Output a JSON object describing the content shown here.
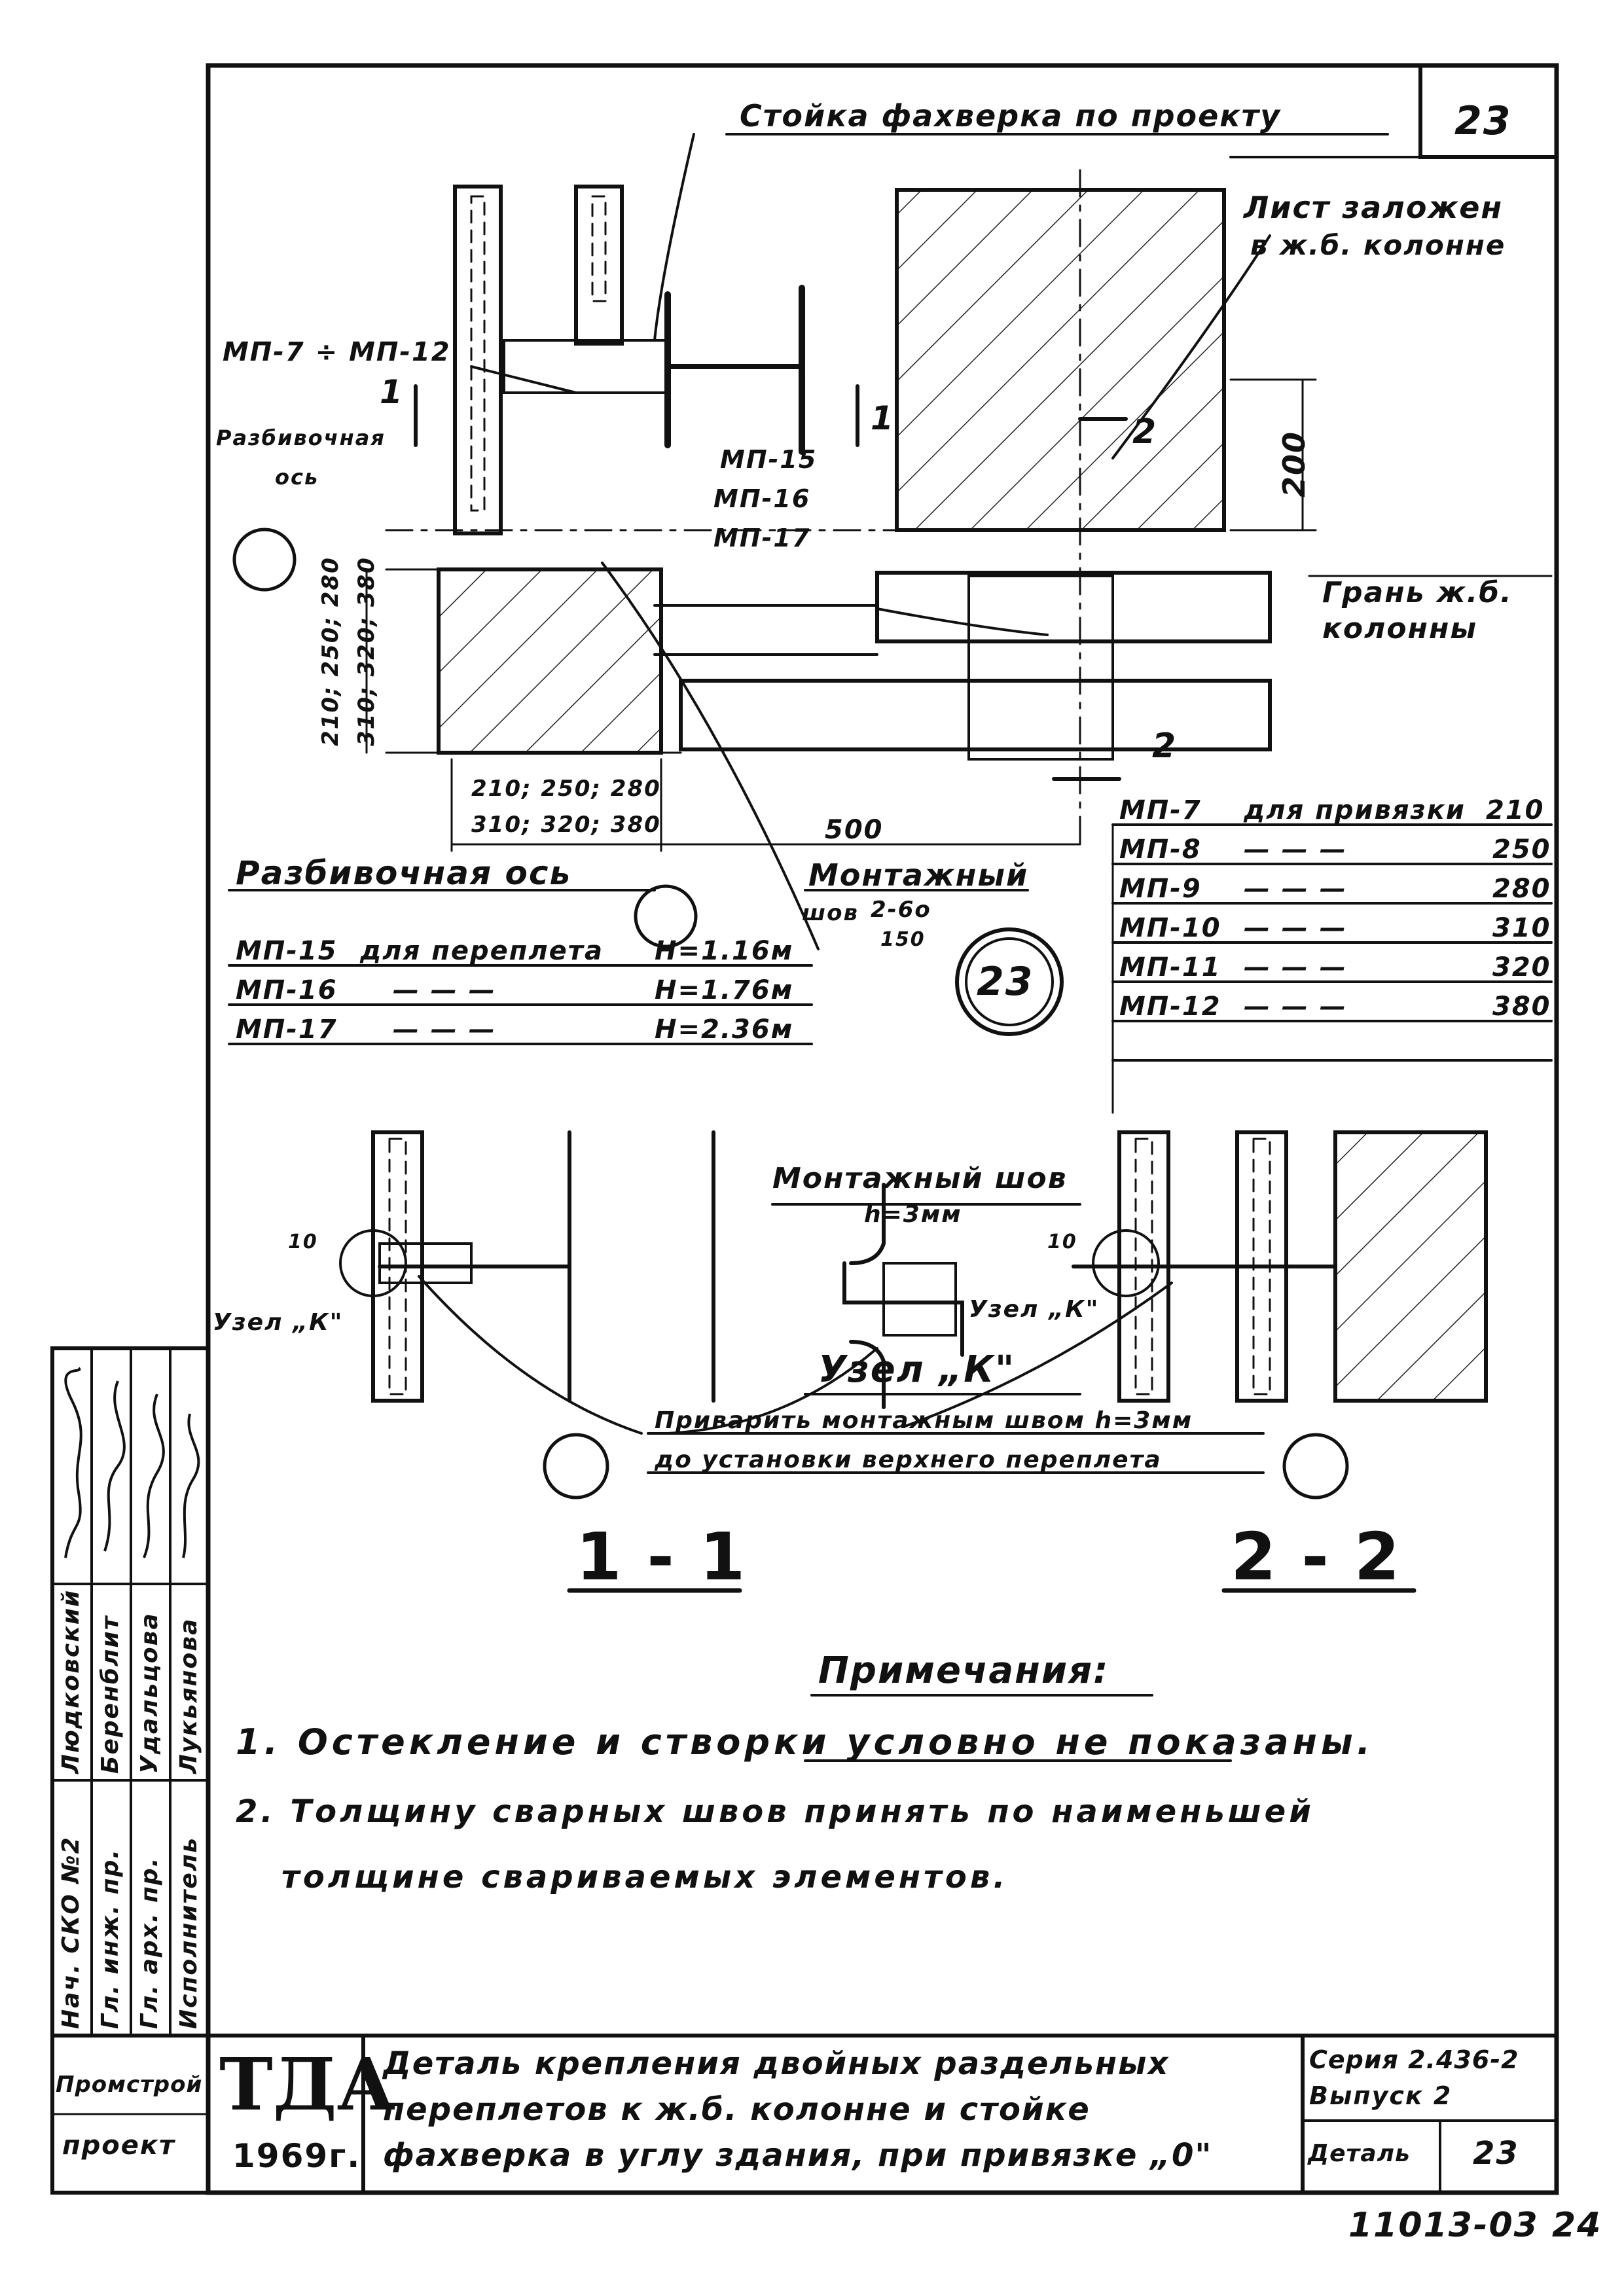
{
  "sheet_number": "23",
  "labels": {
    "stoika": "Стойка фахверка по проекту",
    "list_line1": "Лист заложен",
    "list_line2": "в ж.б. колонне",
    "mp7_12": "МП-7 ÷ МП-12",
    "razb_os1_line1": "Разбивочная",
    "razb_os1_line2": "ось",
    "mp15": "МП-15",
    "mp16": "МП-16",
    "mp17": "МП-17",
    "dim_200": "200",
    "cut1_left": "1",
    "cut1_right": "1",
    "cut2_top": "2",
    "cut2_bottom": "2",
    "gran_line1": "Грань ж.б.",
    "gran_line2": "колонны",
    "dim_vert_1": "210; 250; 280",
    "dim_vert_2": "310; 320; 380",
    "dim_horz_1": "210; 250; 280",
    "dim_horz_2": "310; 320; 380",
    "dim_500": "500",
    "razb_os2": "Разбивочная ось",
    "montazh_line1": "Монтажный",
    "montazh_line2": "шов",
    "montazh_frac_top": "2-6о",
    "montazh_frac_bottom": "150",
    "circle_ref": "23",
    "node_k": "Узел „К\"",
    "node_k_left": "Узел „К\"",
    "node_k_right": "Узел „К\"",
    "montazh_shov": "Монтажный шов",
    "h3mm": "h=3мм",
    "weld_note_line1": "Приварить монтажным швом h=3мм",
    "weld_note_line2": "до установки верхнего переплета",
    "section_1": "1 - 1",
    "section_2": "2 - 2",
    "dim_10_a": "10",
    "dim_10_b": "10"
  },
  "mp_left_table": [
    {
      "code": "МП-15",
      "text": "для переплета",
      "h": "H=1.16м"
    },
    {
      "code": "МП-16",
      "text": "— — —",
      "h": "H=1.76м"
    },
    {
      "code": "МП-17",
      "text": "— — —",
      "h": "H=2.36м"
    }
  ],
  "mp_right_table": [
    {
      "code": "МП-7",
      "text": "для привязки",
      "val": "210"
    },
    {
      "code": "МП-8",
      "text": "— — —",
      "val": "250"
    },
    {
      "code": "МП-9",
      "text": "— — —",
      "val": "280"
    },
    {
      "code": "МП-10",
      "text": "— — —",
      "val": "310"
    },
    {
      "code": "МП-11",
      "text": "— — —",
      "val": "320"
    },
    {
      "code": "МП-12",
      "text": "— — —",
      "val": "380"
    }
  ],
  "notes": {
    "title": "Примечания:",
    "item1": "1. Остекление и створки условно не показаны.",
    "item2_line1": "2. Толщину сварных швов принять по наименьшей",
    "item2_line2": "толщине свариваемых элементов."
  },
  "side_stamp": {
    "roles": [
      "Нач. СКО №2",
      "Гл. инж. пр.",
      "Гл. арх. пр.",
      "Исполнитель"
    ],
    "names": [
      "Людковский",
      "Беренблит",
      "Удальцова",
      "Лукьянова"
    ]
  },
  "title_block": {
    "org_line1": "Промстрой",
    "org_line2": "проект",
    "logo": "ТДА",
    "year": "1969г.",
    "title_line1": "Деталь крепления двойных раздельных",
    "title_line2": "переплетов к ж.б. колонне и стойке",
    "title_line3": "фахверка в углу здания, при привязке „0\"",
    "series_line1": "Серия 2.436-2",
    "series_line2": "Выпуск 2",
    "detail_label": "Деталь",
    "detail_number": "23"
  },
  "footer_code": "11013-03 24"
}
